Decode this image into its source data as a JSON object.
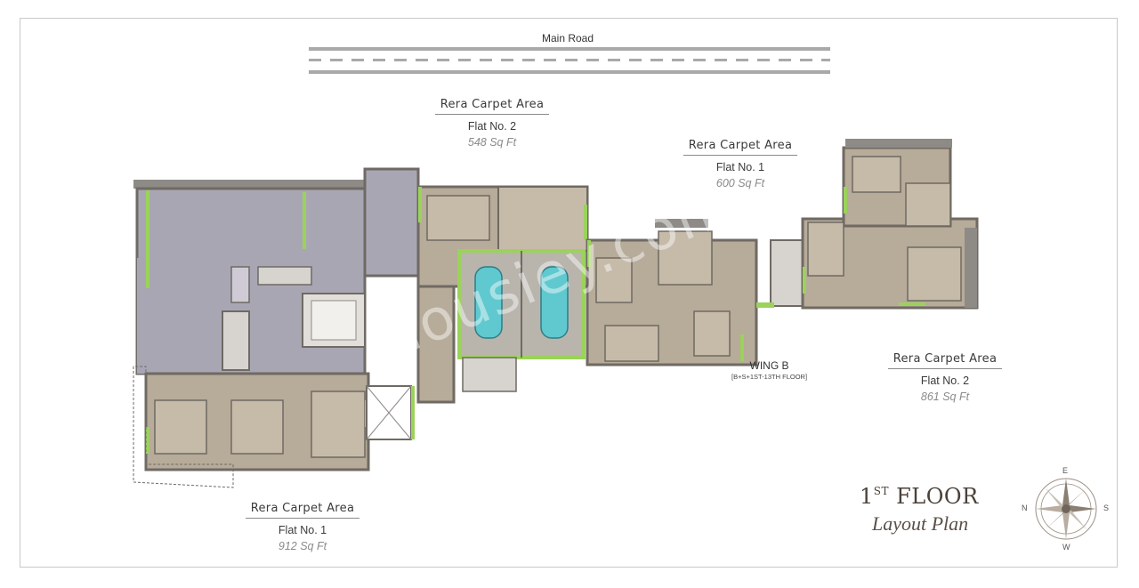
{
  "road": {
    "label": "Main Road"
  },
  "areas": {
    "wing_a_flat2": {
      "title": "Rera Carpet Area",
      "flat": "Flat No. 2",
      "size": "548 Sq Ft"
    },
    "wing_b_flat1": {
      "title": "Rera Carpet Area",
      "flat": "Flat No. 1",
      "size": "600 Sq Ft"
    },
    "wing_b_flat2": {
      "title": "Rera Carpet Area",
      "flat": "Flat No. 2",
      "size": "861 Sq Ft"
    },
    "wing_a_flat1": {
      "title": "Rera Carpet Area",
      "flat": "Flat No. 1",
      "size": "912 Sq Ft"
    }
  },
  "wing_b": {
    "name": "WING B",
    "floors": "[B+S+1ST-13TH FLOOR]"
  },
  "floor": {
    "number": "1",
    "ordinal": "ST",
    "word": "FLOOR",
    "subtitle": "Layout Plan"
  },
  "compass": {
    "n": "N",
    "e": "E",
    "s": "S",
    "w": "W"
  },
  "watermark": "Housiey.com",
  "colors": {
    "wall": "#6f6a63",
    "room": "#b7ab99",
    "amenity": "#a9a6b4",
    "terrace": "#8e8a86",
    "green_accent": "#9bd25a",
    "parking_water": "#5fc9cf",
    "accent_text": "#4a4138"
  }
}
